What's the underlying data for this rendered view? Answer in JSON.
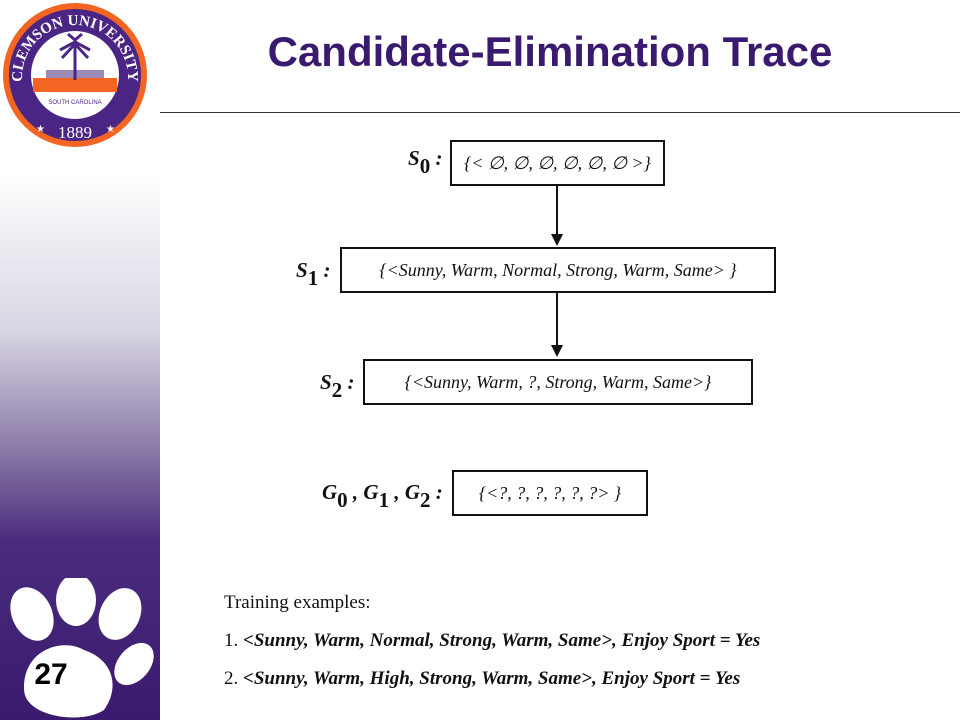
{
  "slide": {
    "title": "Candidate-Elimination Trace",
    "number": "27"
  },
  "seal": {
    "top_text": "CLEMSON UNIVERSITY",
    "state": "SOUTH CAROLINA",
    "year": "1889"
  },
  "diagram": {
    "s0": {
      "label": "S",
      "sub": "0",
      "content": "{< ∅, ∅, ∅, ∅, ∅, ∅ >}"
    },
    "s1": {
      "label": "S",
      "sub": "1",
      "content": "{<Sunny, Warm, Normal, Strong, Warm, Same> }"
    },
    "s2": {
      "label": "S",
      "sub": "2",
      "content": "{<Sunny, Warm, ?, Strong, Warm, Same>}"
    },
    "g": {
      "g0": "G",
      "g0_sub": "0",
      "g1": "G",
      "g1_sub": "1",
      "g2": "G",
      "g2_sub": "2",
      "content": "{<?, ?, ?, ?, ?, ?> }"
    }
  },
  "training": {
    "title": "Training examples:",
    "rows": [
      {
        "num": "1.",
        "example": "<Sunny, Warm, Normal, Strong, Warm, Same>, Enjoy Sport = Yes"
      },
      {
        "num": "2.",
        "example": "<Sunny, Warm, High, Strong, Warm, Same>, Enjoy Sport = Yes"
      }
    ]
  },
  "colors": {
    "purple": "#3a1a6e",
    "orange": "#f26522",
    "seal_purple": "#4b2583"
  }
}
